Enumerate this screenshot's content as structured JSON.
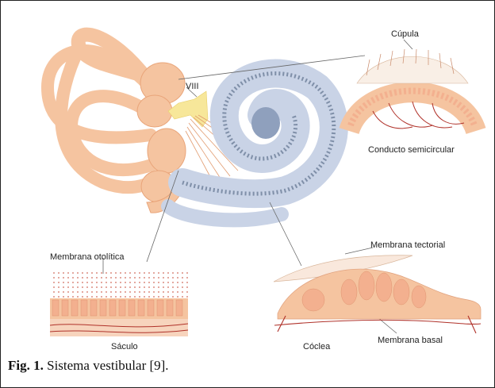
{
  "labels": {
    "nerve": "VIII",
    "cupula": "Cúpula",
    "conducto": "Conducto semicircular",
    "otolitica": "Membrana otolítica",
    "tectorial": "Membrana tectorial",
    "saculo": "Sáculo",
    "coclea": "Cóclea",
    "basal": "Membrana basal"
  },
  "caption": {
    "prefix": "Fig. 1.",
    "text": "Sistema vestibular [9]."
  },
  "colors": {
    "tissue": "#f5c4a0",
    "tissue_dark": "#e9a57a",
    "cochlea": "#c9d3e6",
    "cochlea_dark": "#7f8fa8",
    "nerve": "#f7e79a",
    "fiber": "#b0322a",
    "cell": "#f3b08f"
  }
}
